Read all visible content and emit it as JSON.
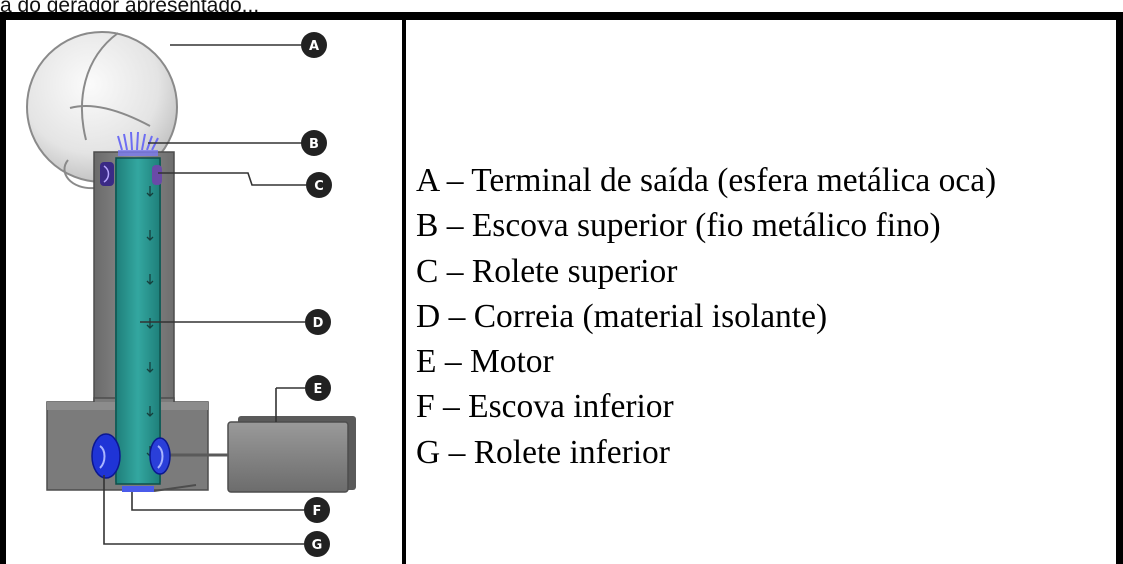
{
  "caption": "a do gerador apresentado...",
  "markers": [
    "A",
    "B",
    "C",
    "D",
    "E",
    "F",
    "G"
  ],
  "legend": [
    "A – Terminal de saída (esfera metálica oca)",
    "B – Escova superior (fio metálico fino)",
    "C – Rolete superior",
    "D – Correia (material isolante)",
    "E – Motor",
    "F – Escova inferior",
    "G – Rolete inferior"
  ],
  "colors": {
    "sphere": "#e6e6e6",
    "body": "#7d7d7d",
    "belt": "#2f9a94",
    "rollers": "#1a2fd0",
    "brush": "#7070f0",
    "motor": "#8a8a8a",
    "marker": "#222222"
  }
}
